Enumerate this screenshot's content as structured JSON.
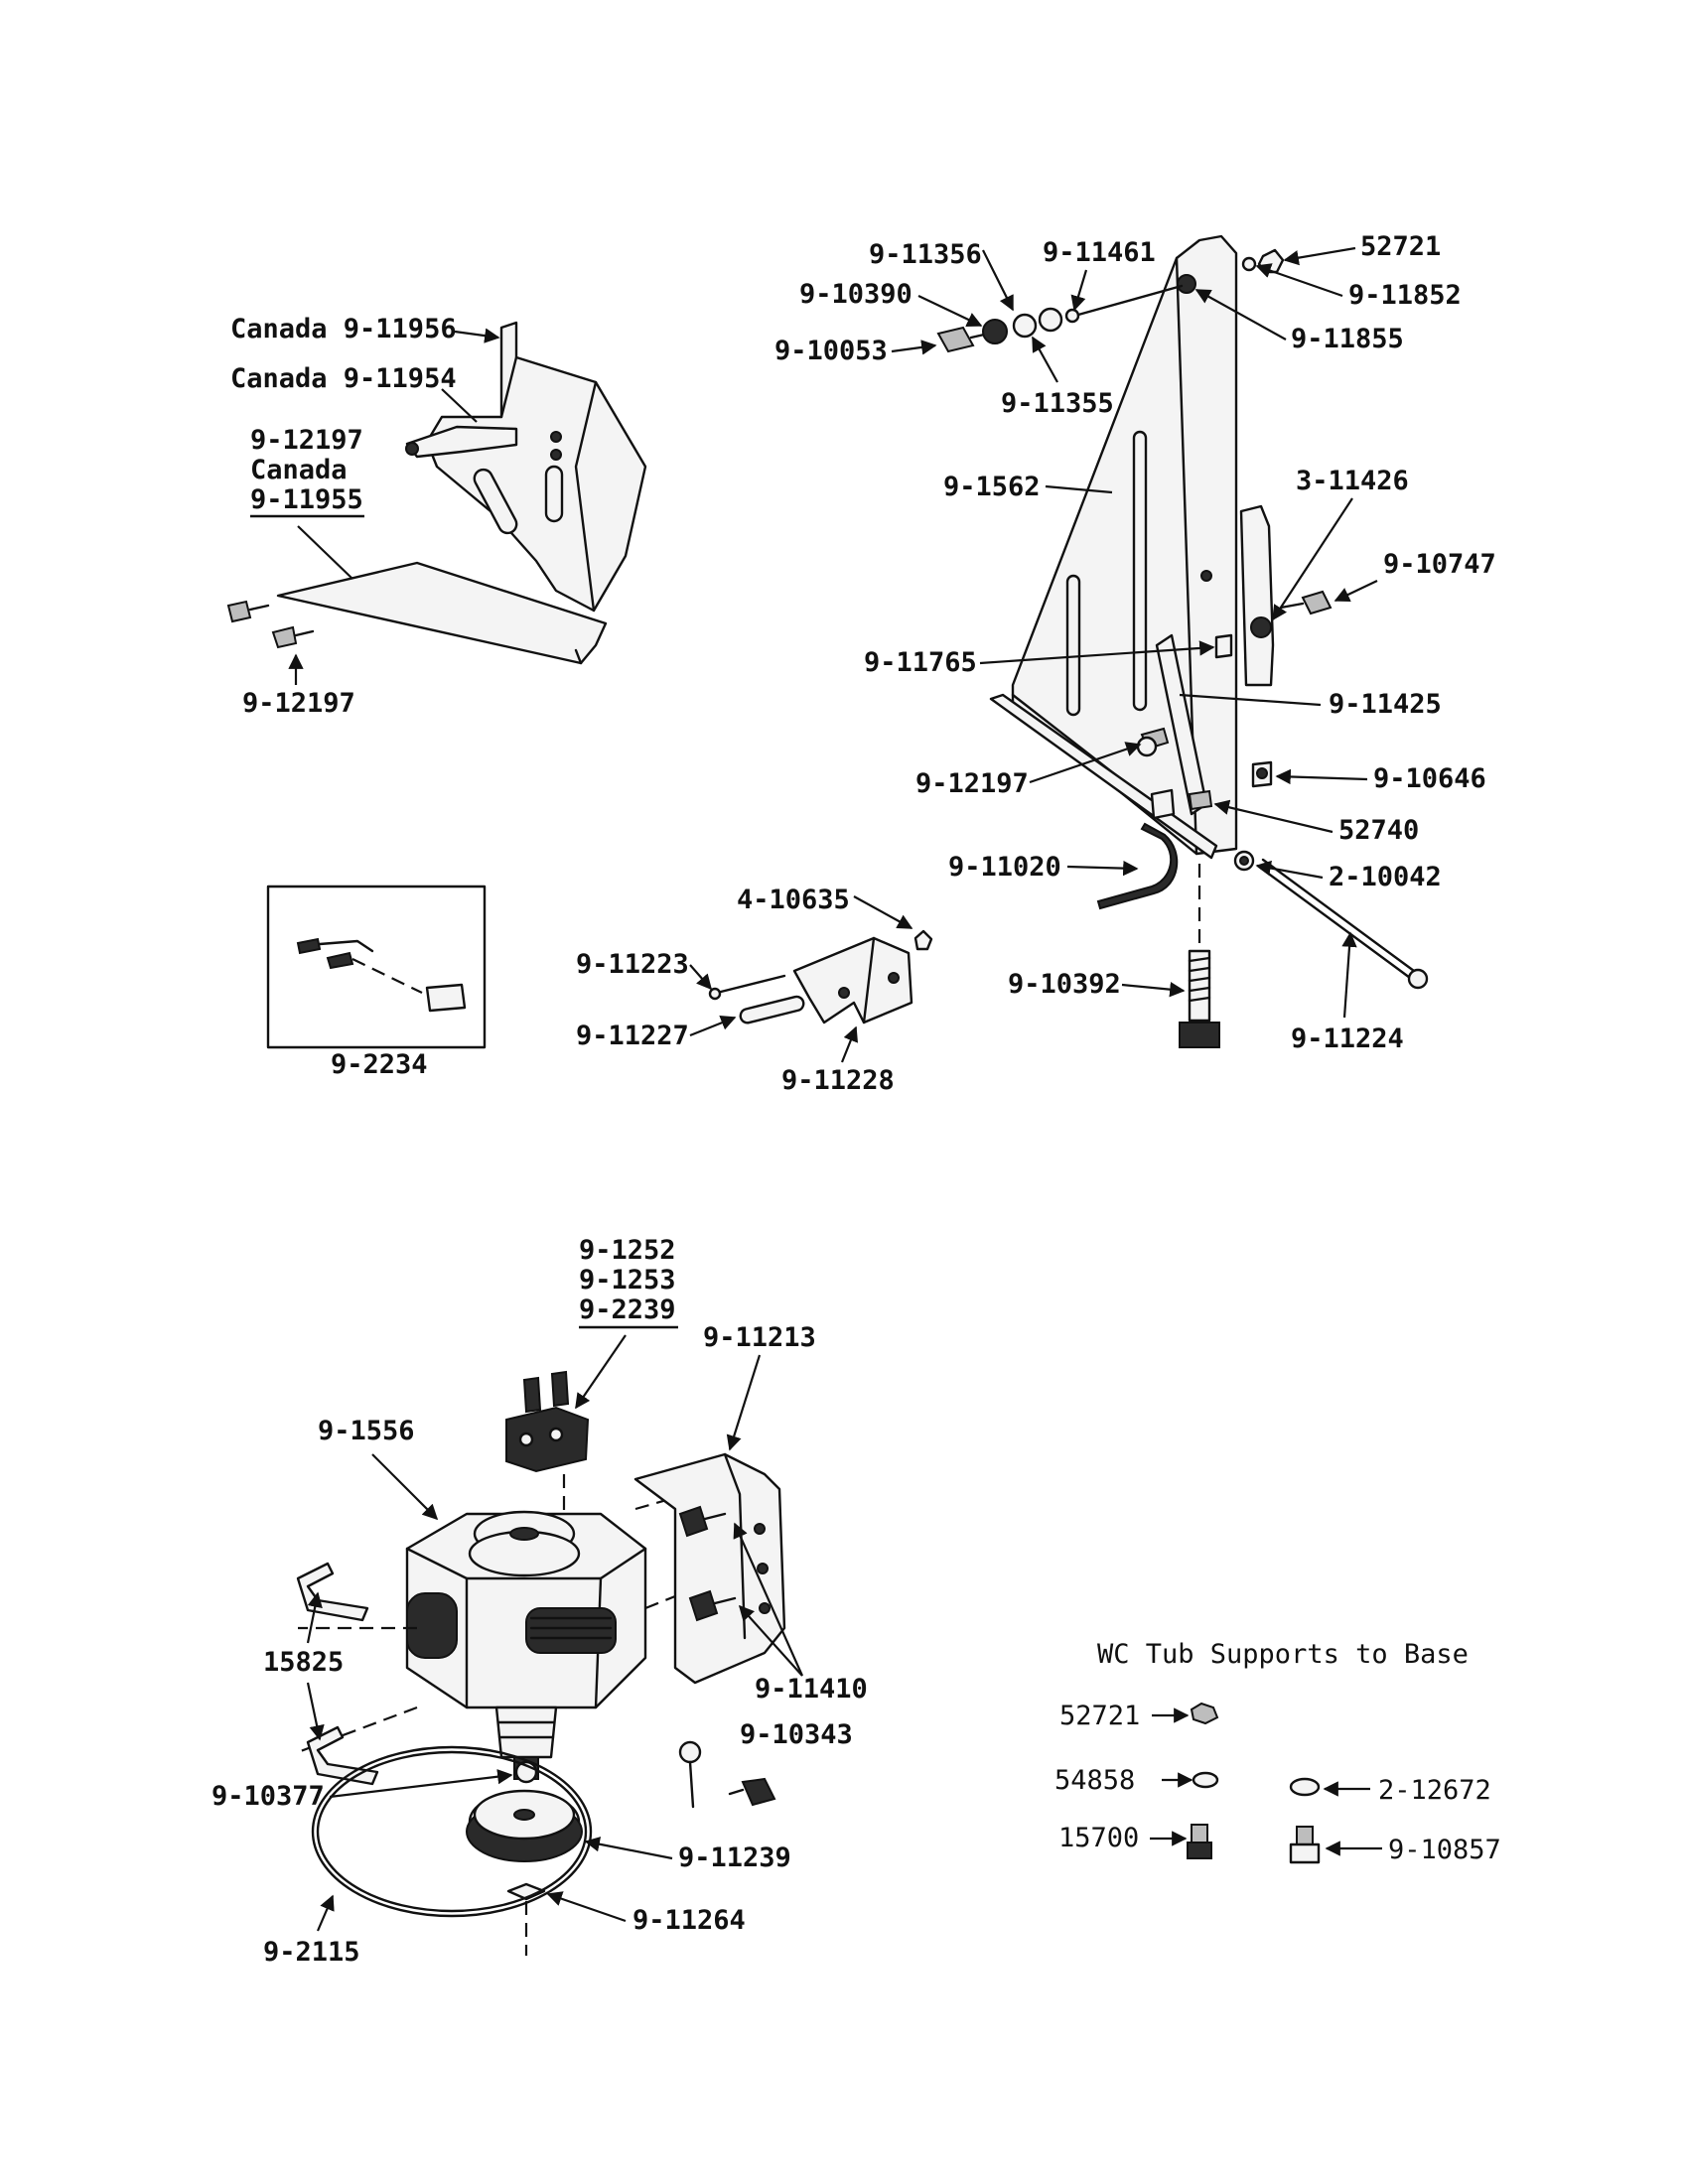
{
  "labels": {
    "canada_11956": "Canada 9-11956",
    "canada_11954": "Canada 9-11954",
    "l_12197_top": "9-12197",
    "canada_word": "Canada",
    "l_11955": "9-11955",
    "l_12197_bottom": "9-12197",
    "l_2234": "9-2234",
    "l_11356": "9-11356",
    "l_11461": "9-11461",
    "l_52721_top": "52721",
    "l_10390": "9-10390",
    "l_11852": "9-11852",
    "l_10053": "9-10053",
    "l_11855": "9-11855",
    "l_11355": "9-11355",
    "l_1562": "9-1562",
    "l_3_11426": "3-11426",
    "l_10747": "9-10747",
    "l_11765": "9-11765",
    "l_11425": "9-11425",
    "l_12197_right": "9-12197",
    "l_10646": "9-10646",
    "l_52740": "52740",
    "l_11020": "9-11020",
    "l_2_10042": "2-10042",
    "l_4_10635": "4-10635",
    "l_11223": "9-11223",
    "l_10392": "9-10392",
    "l_11227": "9-11227",
    "l_11224": "9-11224",
    "l_11228": "9-11228",
    "l_1252": "9-1252",
    "l_1253": "9-1253",
    "l_2239": "9-2239",
    "l_11213": "9-11213",
    "l_1556": "9-1556",
    "l_15825": "15825",
    "l_11410": "9-11410",
    "l_10343": "9-10343",
    "l_10377": "9-10377",
    "l_11239": "9-11239",
    "l_11264": "9-11264",
    "l_2115": "9-2115"
  },
  "legend": {
    "title": "WC Tub Supports to Base",
    "items": [
      {
        "code": "52721",
        "icon": "hex-nut-icon"
      },
      {
        "code": "54858",
        "icon": "flat-washer-icon"
      },
      {
        "code": "2-12672",
        "icon": "lock-washer-icon"
      },
      {
        "code": "15700",
        "icon": "hex-bolt-icon"
      },
      {
        "code": "9-10857",
        "icon": "hex-bolt-icon"
      }
    ]
  }
}
